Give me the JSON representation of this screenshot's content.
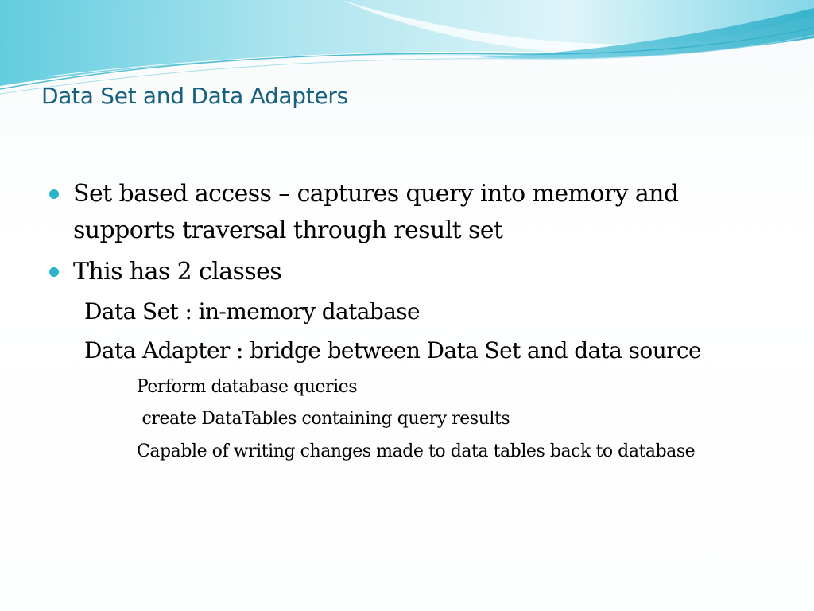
{
  "slide": {
    "title": "Data Set and Data Adapters",
    "bullets": [
      {
        "line1": "Set based access – captures query into memory and",
        "line2": "supports traversal through result set"
      },
      {
        "line1": "This has 2 classes"
      }
    ],
    "sub_items": [
      "Data Set : in-memory database",
      "Data  Adapter : bridge between Data Set and data source"
    ],
    "subsub_items": [
      "Perform database queries",
      " create DataTables containing query results",
      "Capable of writing changes made to data tables back to database"
    ]
  },
  "colors": {
    "title": "#17607f",
    "bullet": "#2bb3c9",
    "wave_light": "#bfe9f2",
    "wave_mid": "#7fd3e6",
    "wave_dark": "#33b6cf"
  }
}
